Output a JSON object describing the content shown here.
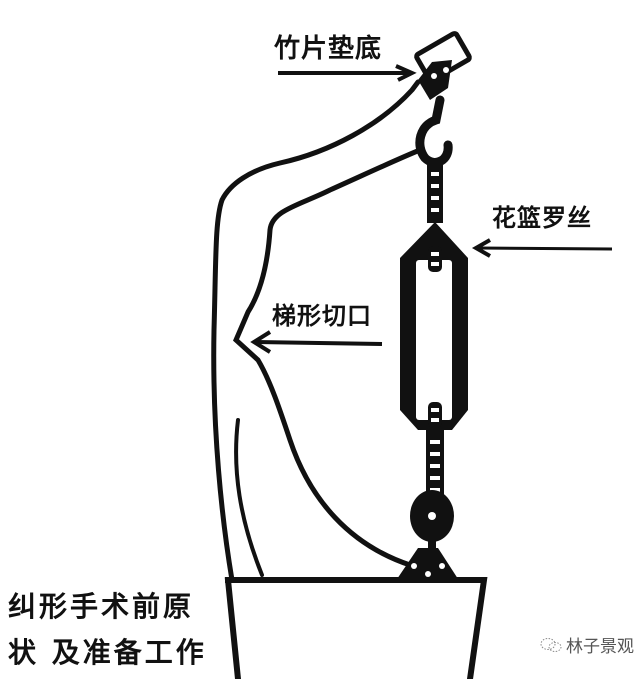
{
  "diagram": {
    "title": "纠形手术前原状及准备工作",
    "labels": {
      "bamboo_pad": "竹片垫底",
      "turnbuckle": "花篮罗丝",
      "trapezoid_notch": "梯形切口",
      "caption_line1": "纠形手术前原",
      "caption_line2": "状 及准备工作"
    },
    "components": [
      "branch",
      "bamboo-pad",
      "hook",
      "turnbuckle",
      "threaded-rod",
      "pulley",
      "wire-anchor",
      "pot"
    ],
    "watermark": {
      "icon": "wechat-icon",
      "text": "林子景观"
    },
    "colors": {
      "ink": "#111111",
      "background": "#ffffff",
      "watermark": "#555555"
    }
  }
}
